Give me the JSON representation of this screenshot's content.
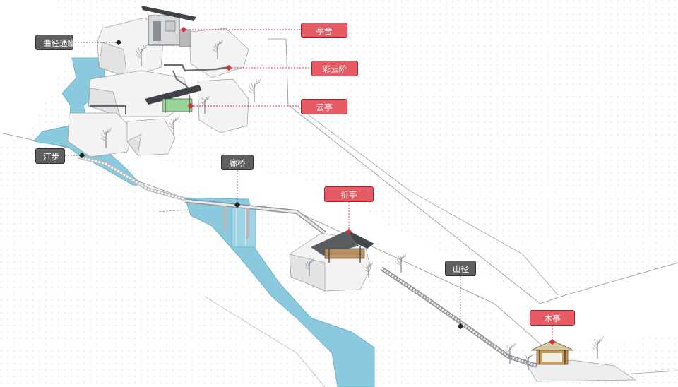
{
  "colors": {
    "water": "#8ac9de",
    "water_edge": "#5aaecb",
    "rock": "#f3f3f4",
    "rock_shade": "#d9dbdd",
    "path": "#b8bcc0",
    "leader": "#6a6a6a",
    "label_dark": "#5d5f61",
    "label_red": "#e65a63",
    "leader_red": "#d8323d"
  },
  "labels": {
    "quyou": "曲径通幽",
    "tingbu": "汀步",
    "langqiao": "廊桥",
    "shanjing": "山径",
    "tingshe": "亭舍",
    "caiyunjie": "彩云阶",
    "yunting": "云亭",
    "zheting": "折亭",
    "muting": "木亭"
  }
}
